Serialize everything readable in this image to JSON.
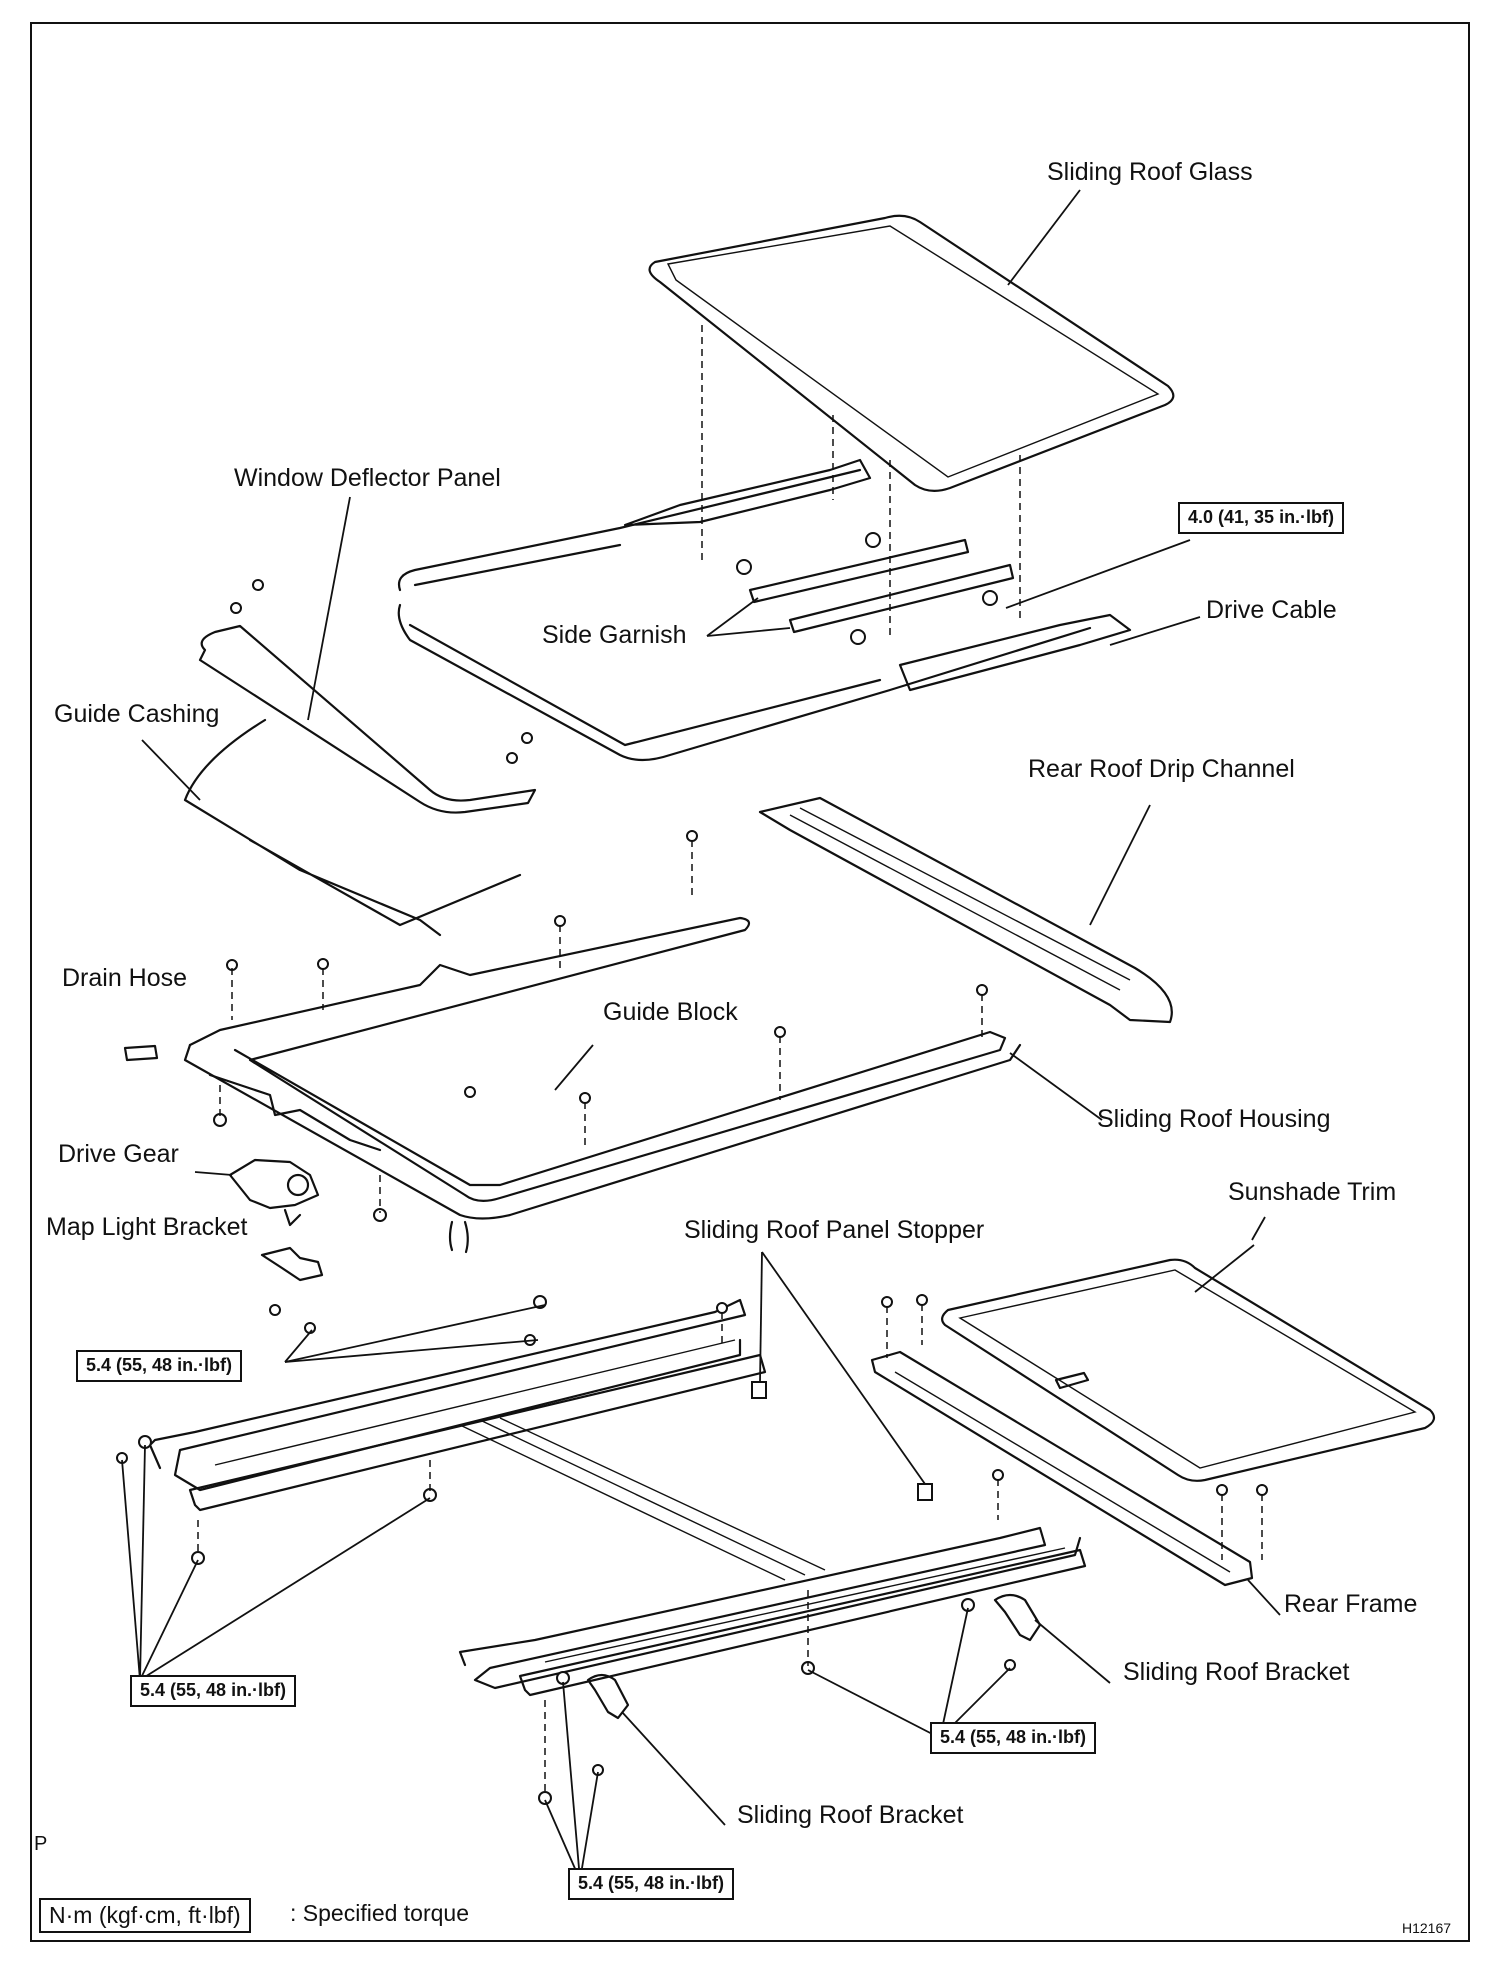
{
  "labels": {
    "sliding_roof_glass": "Sliding Roof Glass",
    "window_deflector_panel": "Window Deflector Panel",
    "side_garnish": "Side Garnish",
    "drive_cable": "Drive Cable",
    "guide_cashing": "Guide Cashing",
    "rear_roof_drip_channel": "Rear Roof Drip Channel",
    "drain_hose": "Drain Hose",
    "guide_block": "Guide Block",
    "sliding_roof_housing": "Sliding Roof Housing",
    "drive_gear": "Drive Gear",
    "map_light_bracket": "Map Light Bracket",
    "sliding_roof_panel_stopper": "Sliding Roof Panel Stopper",
    "sunshade_trim": "Sunshade Trim",
    "rear_frame": "Rear Frame",
    "sliding_roof_bracket_right": "Sliding Roof Bracket",
    "sliding_roof_bracket_bottom": "Sliding Roof Bracket"
  },
  "torque_values": {
    "drive_cable_bolt": "4.0 (41, 35 in.·lbf)",
    "map_light_bracket_bolts": "5.4 (55, 48 in.·lbf)",
    "front_rail_left": "5.4 (55, 48 in.·lbf)",
    "rear_rail_right": "5.4 (55, 48 in.·lbf)",
    "rear_rail_bottom": "5.4 (55, 48 in.·lbf)"
  },
  "legend": {
    "unit_box": "N·m (kgf·cm, ft·lbf)",
    "description": ": Specified torque"
  },
  "corner_mark": "P",
  "figure_code": "H12167"
}
